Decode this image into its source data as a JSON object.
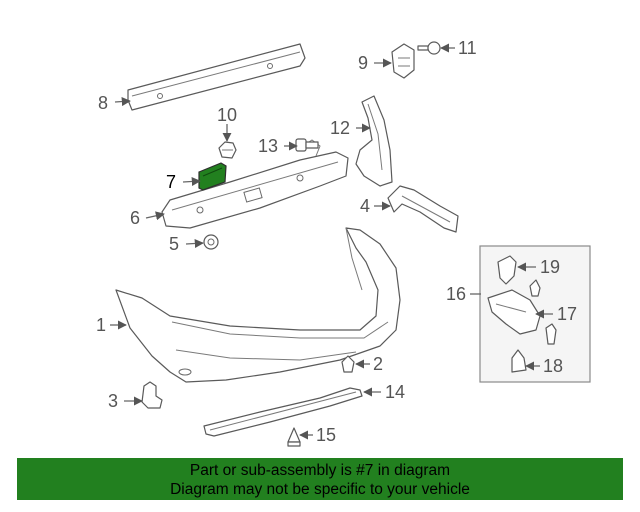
{
  "diagram": {
    "highlight_color": "#22801f",
    "highlighted_part": "7",
    "callouts": {
      "c1": "1",
      "c2": "2",
      "c3": "3",
      "c4": "4",
      "c5": "5",
      "c6": "6",
      "c7": "7",
      "c8": "8",
      "c9": "9",
      "c10": "10",
      "c11": "11",
      "c12": "12",
      "c13": "13",
      "c14": "14",
      "c15": "15",
      "c16": "16",
      "c17": "17",
      "c18": "18",
      "c19": "19"
    }
  },
  "banner": {
    "line1": "Part or sub-assembly is #7 in diagram",
    "line2": "Diagram may not be specific to your vehicle",
    "background": "#22801f"
  }
}
